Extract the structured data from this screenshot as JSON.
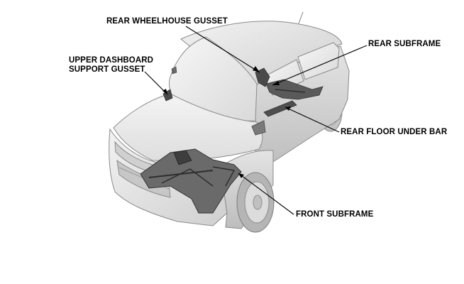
{
  "labels": {
    "rear_wheelhouse_gusset": "REAR WHEELHOUSE GUSSET",
    "upper_dashboard_support_gusset": [
      "UPPER DASHBOARD",
      "SUPPORT GUSSET"
    ],
    "rear_subframe": "REAR SUBFRAME",
    "rear_floor_under_bar": "REAR FLOOR UNDER BAR",
    "front_subframe": "FRONT SUBFRAME"
  },
  "colors": {
    "body_light": "#e9e9e9",
    "body_mid": "#d6d6d6",
    "body_dark": "#b9b9b9",
    "outline": "#8a8a8a",
    "part_dark": "#4a4a4a",
    "part_mid": "#7a7a7a",
    "leader": "#000000"
  }
}
